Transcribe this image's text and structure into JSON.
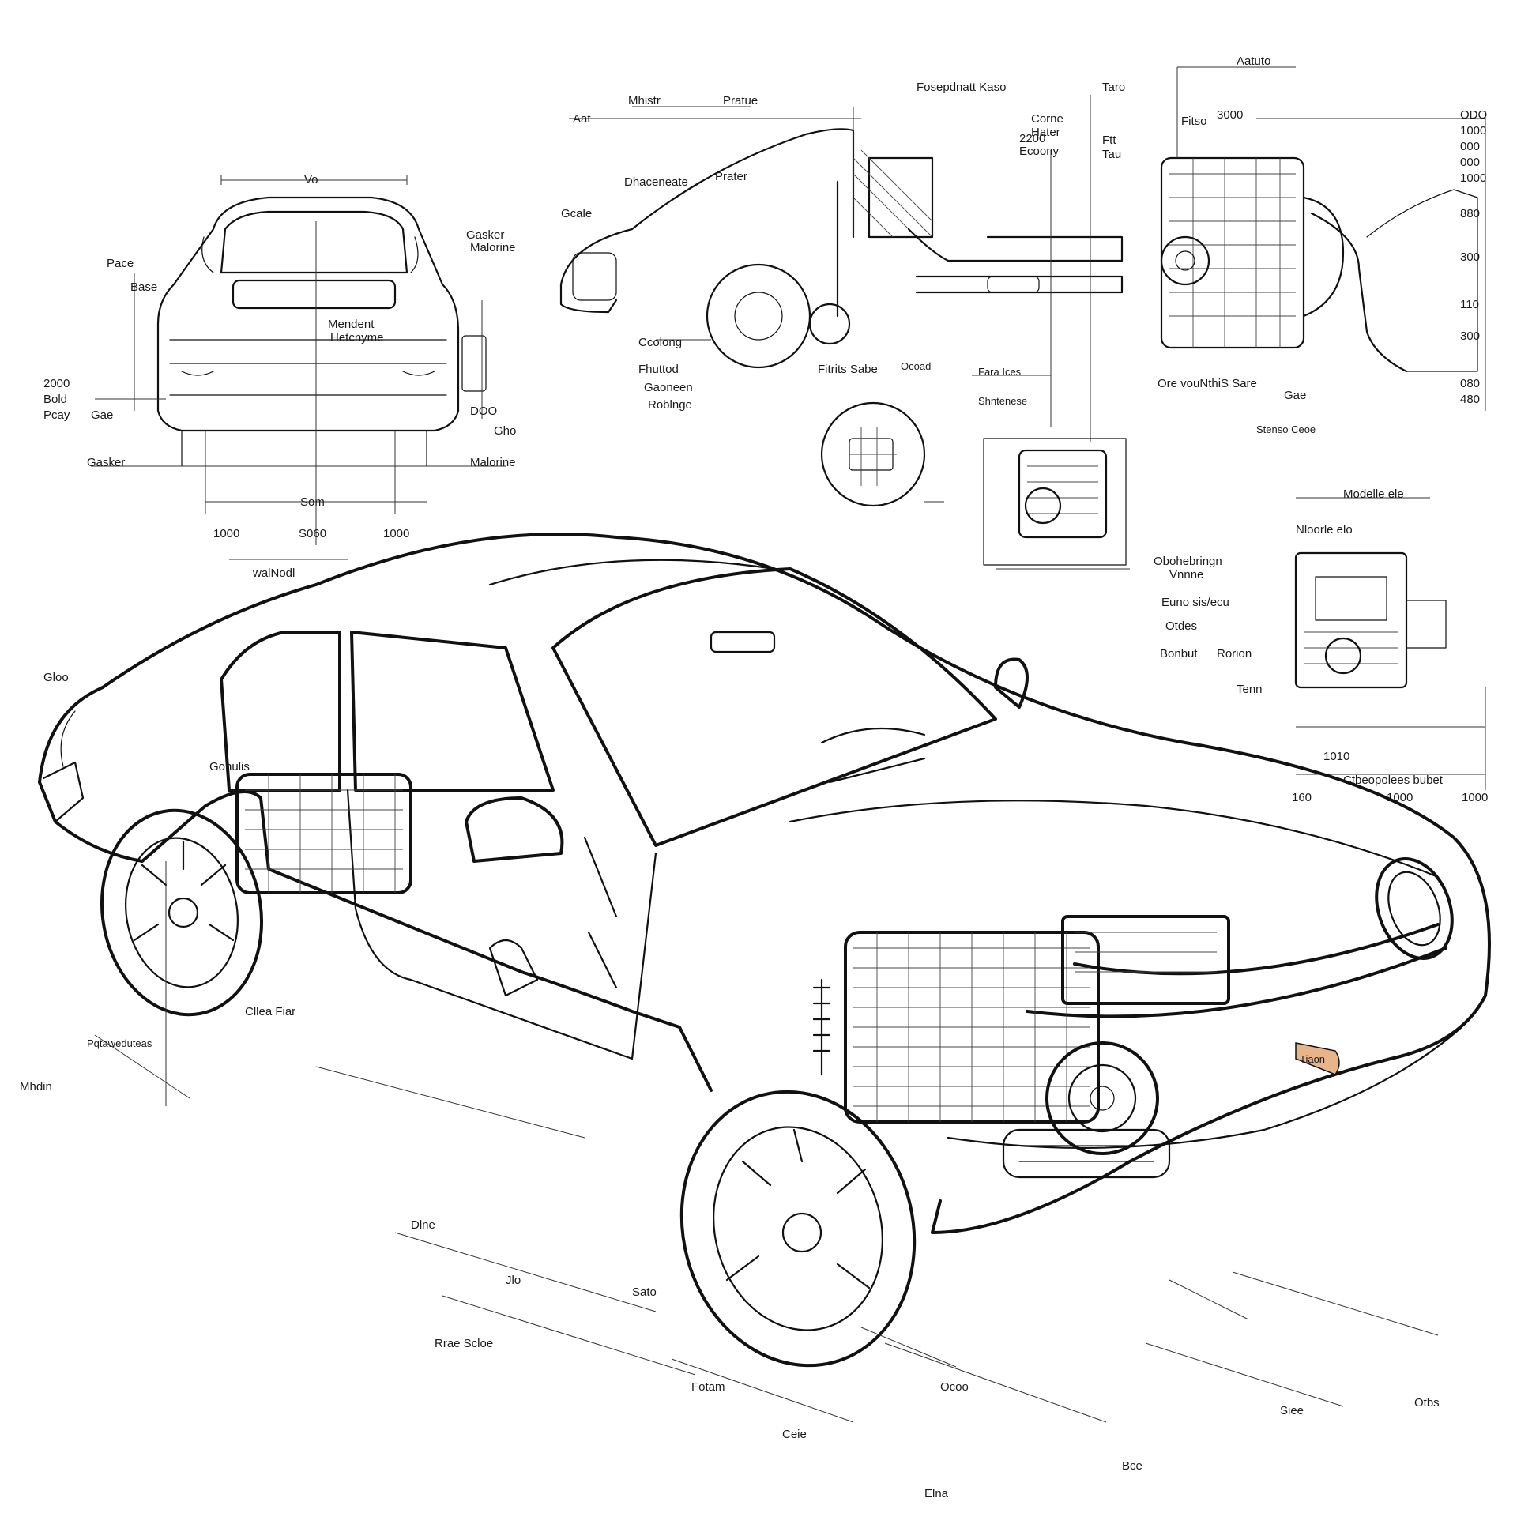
{
  "colors": {
    "ink": "#111111",
    "paper": "#ffffff",
    "accent_tag": "#e8b48a"
  },
  "labels": {
    "top_dim": "Vo",
    "rear_a": "Pace",
    "rear_b": "Base",
    "rear_c": "Gasker",
    "rear_d": "Malorine",
    "rear_model_1": "Mendent",
    "rear_model_2": "Hetcnyme",
    "rear_dim_l1": "2000",
    "rear_dim_l2": "Bold",
    "rear_dim_l3": "Pcay",
    "rear_dim_l4": "Gae",
    "rear_dim_r1": "Gho",
    "rear_dim_r2": "DOO",
    "rear_base_1": "1000",
    "rear_base_2": "S060",
    "rear_base_3": "1000",
    "rear_base_mid": "Som",
    "rear_bottom": "walNodl",
    "side_a": "Aat",
    "side_b": "Mhistr",
    "side_c": "Pratue",
    "side_d": "Dhaceneate",
    "side_e": "Gcale",
    "side_f": "Prater",
    "side_g": "Ccolong",
    "side_h": "Fhuttod",
    "side_i": "Gaoneen",
    "side_j": "Roblnge",
    "side_k": "Fitrits Sabe",
    "top_title": "Fosepdnatt Kaso",
    "top_mid_1": "Hater",
    "top_mid_2": "Corne",
    "top_mid_3": "2200",
    "top_mid_4": "Ecoony",
    "top_r1": "Taro",
    "top_r2": "Ftt",
    "top_r3": "Fitso",
    "top_r4": "3000",
    "top_r5": "Tau",
    "top_right_title": "Aatuto",
    "right_dims": [
      "ODO",
      "1000",
      "000",
      "000",
      "1000",
      "880",
      "300",
      "110",
      "300",
      "080",
      "480"
    ],
    "engine_l1": "Fara Ices",
    "engine_l2": "Shntenese",
    "engine_l3": "Ore vouNthiS Sare",
    "engine_l4": "Gae",
    "engine_l5": "Stenso Ceoe",
    "detail_title": "Modelle ele",
    "detail_1": "Nloorle elo",
    "detail_2": "Obohebringn",
    "detail_3": "Vnnne",
    "detail_4": "Euno sis/ecu",
    "detail_5": "Otdes",
    "detail_6": "Bonbut",
    "detail_7": "Rorion",
    "detail_8": "Tenn",
    "detail_b1": "1010",
    "detail_b2": "Ctbeopolees bubet",
    "detail_b3": "160",
    "detail_b4": "1000",
    "detail_b5": "1000",
    "inset_1": "Ocoad",
    "main_left_1": "Gloo",
    "main_left_2": "Gonulis",
    "main_left_3": "Pqtaweduteas",
    "main_left_4": "Mhdin",
    "main_left_5": "Cllea Fiar",
    "main_tag": "Tiaon",
    "bottom_1": "Dlne",
    "bottom_2": "Jlo",
    "bottom_3": "Rrae Scloe",
    "bottom_4": "Sato",
    "bottom_5": "Fotam",
    "bottom_6": "Ceie",
    "bottom_7": "Elna",
    "bottom_8": "Ocoo",
    "bottom_9": "Bce",
    "bottom_10": "Siee",
    "bottom_11": "Otbs"
  }
}
